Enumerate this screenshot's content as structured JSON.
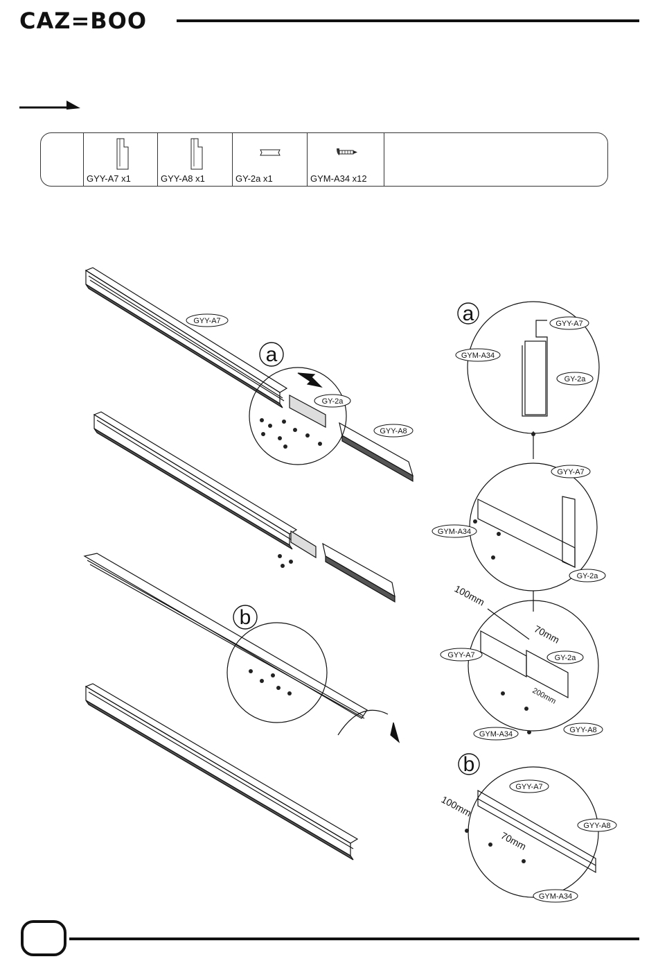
{
  "header": {
    "brand": "CAZ=BOO"
  },
  "parts": [
    {
      "code": "GYY-A7",
      "qty": "x1",
      "label": "GYY-A7   x1",
      "icon": "bracket-icon"
    },
    {
      "code": "GYY-A8",
      "qty": "x1",
      "label": "GYY-A8   x1",
      "icon": "bracket-icon"
    },
    {
      "code": "GY-2a",
      "qty": "x1",
      "label": "GY-2a  x1",
      "icon": "connector-plate-icon"
    },
    {
      "code": "GYM-A34",
      "qty": "x12",
      "label": "GYM-A34  x12",
      "icon": "screw-icon"
    }
  ],
  "detail_markers": {
    "a": "a",
    "b": "b"
  },
  "callouts": {
    "gyy_a7": "GYY-A7",
    "gyy_a8": "GYY-A8",
    "gy_2a": "GY-2a",
    "gym_a34": "GYM-A34"
  },
  "dimensions": {
    "d100": "100mm",
    "d70": "70mm",
    "d200": "200mm"
  },
  "footer": {
    "page_number": ""
  }
}
